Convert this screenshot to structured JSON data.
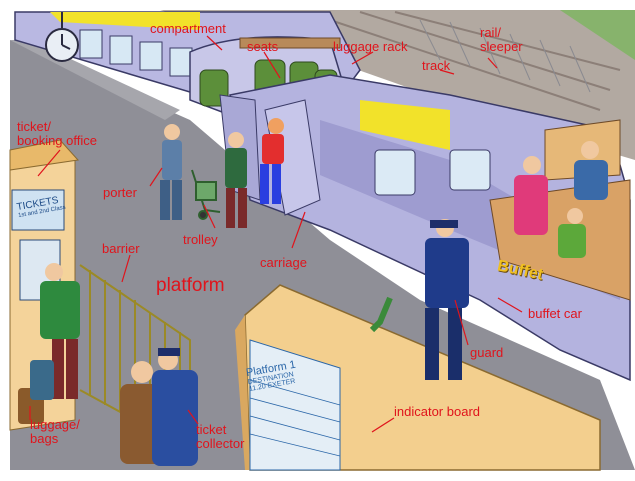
{
  "labels": {
    "compartment": "compartment",
    "seats": "seats",
    "luggage_rack": "luggage rack",
    "track": "track",
    "rail_sleeper": [
      "rail/",
      "sleeper"
    ],
    "ticket_booking_office": [
      "ticket/",
      "booking office"
    ],
    "porter": "porter",
    "trolley": "trolley",
    "carriage": "carriage",
    "barrier": "barrier",
    "platform": "platform",
    "buffet_car": "buffet car",
    "guard": "guard",
    "indicator_board": "indicator board",
    "luggage_bags": [
      "luggage/",
      "bags"
    ],
    "ticket_collector": [
      "ticket",
      "collector"
    ]
  },
  "signs": {
    "tickets": "TICKETS",
    "tickets_sub": "1st and 2nd Class",
    "buffet": "Buffet",
    "platform_board": "Platform 1",
    "board_rows": [
      "DESTINATION",
      "11.20  EXETER"
    ]
  },
  "colors": {
    "label_red": "#e0141c",
    "platform": "#8e8e96",
    "train_body": "#b8b7e0",
    "train_stripe": "#f2e22a",
    "board": "#f3cf8e"
  }
}
